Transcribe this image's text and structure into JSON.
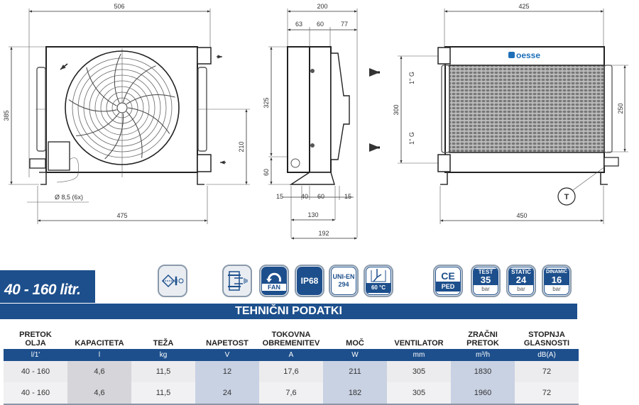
{
  "front_view": {
    "dim_width_top": "506",
    "dim_height": "385",
    "dim_port_spacing": "210",
    "dim_foot_spacing": "475",
    "hole_note": "Ø 8,5 (6x)"
  },
  "side_view": {
    "dim_total": "200",
    "dim_a": "63",
    "dim_b": "60",
    "dim_c": "77",
    "dim_height": "325",
    "dim_foot_height": "60",
    "dim_f1": "15",
    "dim_f2": "40",
    "dim_f3": "60",
    "dim_f4": "15",
    "dim_base": "130",
    "dim_overall": "192"
  },
  "rear_view": {
    "dim_width": "425",
    "dim_port_spacing": "300",
    "dim_core_height": "250",
    "port_thread_top": "1\" G",
    "port_thread_bottom": "1\" G",
    "dim_foot_spacing": "450",
    "thermostat_label": "T",
    "brand_logo": "oesse"
  },
  "product": {
    "range_label": "40 - 160 litr.",
    "section_title": "TEHNIČNI PODATKI"
  },
  "icons": [
    {
      "name": "filter-fan-icon"
    },
    {
      "name": "heat-exchanger-icon"
    },
    {
      "name": "fan-icon",
      "label": "FAN"
    },
    {
      "name": "ip68-icon",
      "label": "IP68"
    },
    {
      "name": "uni-en-icon",
      "label_top": "UNI-EN",
      "label_bottom": "294"
    },
    {
      "name": "temperature-icon",
      "label": "60 °C"
    },
    {
      "name": "ce-ped-icon",
      "label_top": "CE",
      "label_bottom": "PED"
    },
    {
      "name": "test-pressure-icon",
      "label_top": "TEST",
      "value": "35",
      "unit": "bar"
    },
    {
      "name": "static-pressure-icon",
      "label_top": "STATIC",
      "value": "24",
      "unit": "bar"
    },
    {
      "name": "dynamic-pressure-icon",
      "label_top": "DINAMIC",
      "value": "16",
      "unit": "bar"
    }
  ],
  "table": {
    "headers": [
      [
        "PRETOK",
        "OLJA"
      ],
      [
        "KAPACITETA",
        ""
      ],
      [
        "TEŽA",
        ""
      ],
      [
        "NAPETOST",
        ""
      ],
      [
        "TOKOVNA",
        "OBREMENITEV"
      ],
      [
        "MOČ",
        ""
      ],
      [
        "VENTILATOR",
        ""
      ],
      [
        "ZRAČNI",
        "PRETOK"
      ],
      [
        "STOPNJA",
        "GLASNOSTI"
      ]
    ],
    "units": [
      "l/1'",
      "l",
      "kg",
      "V",
      "A",
      "W",
      "mm",
      "m³/h",
      "dB(A)"
    ],
    "rows": [
      [
        "40 - 160",
        "4,6",
        "11,5",
        "12",
        "17,6",
        "211",
        "305",
        "1830",
        "72"
      ],
      [
        "40 - 160",
        "4,6",
        "11,5",
        "24",
        "7,6",
        "182",
        "305",
        "1960",
        "72"
      ]
    ]
  },
  "colors": {
    "brand_blue": "#1d4f8c",
    "row_light": "#ececee",
    "col_blue": "#c9d2e3"
  }
}
